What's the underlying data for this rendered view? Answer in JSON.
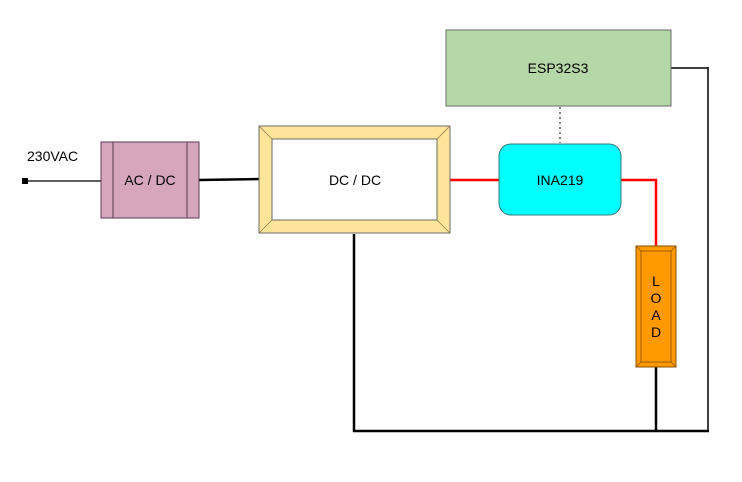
{
  "diagram": {
    "input_label": "230VAC",
    "blocks": {
      "ac_dc": {
        "label": "AC / DC",
        "fill": "#d5a6bd",
        "stroke": "#5f3a4f"
      },
      "dc_dc": {
        "label": "DC / DC",
        "fill": "#ffe599",
        "stroke": "#6b6b6b",
        "inner_fill": "#ffffff"
      },
      "ina219": {
        "label": "INA219",
        "fill": "#00ffff",
        "stroke": "#3a7a7a"
      },
      "esp32": {
        "label": "ESP32S3",
        "fill": "#b6d7a8",
        "stroke": "#6b6b6b"
      },
      "load": {
        "label": "LOAD",
        "letters": [
          "L",
          "O",
          "A",
          "D"
        ],
        "fill": "#ff9900",
        "stroke": "#8a5200"
      }
    },
    "colors": {
      "wire_black": "#000000",
      "wire_red": "#ff0000",
      "i2c_link": "#555555"
    }
  }
}
